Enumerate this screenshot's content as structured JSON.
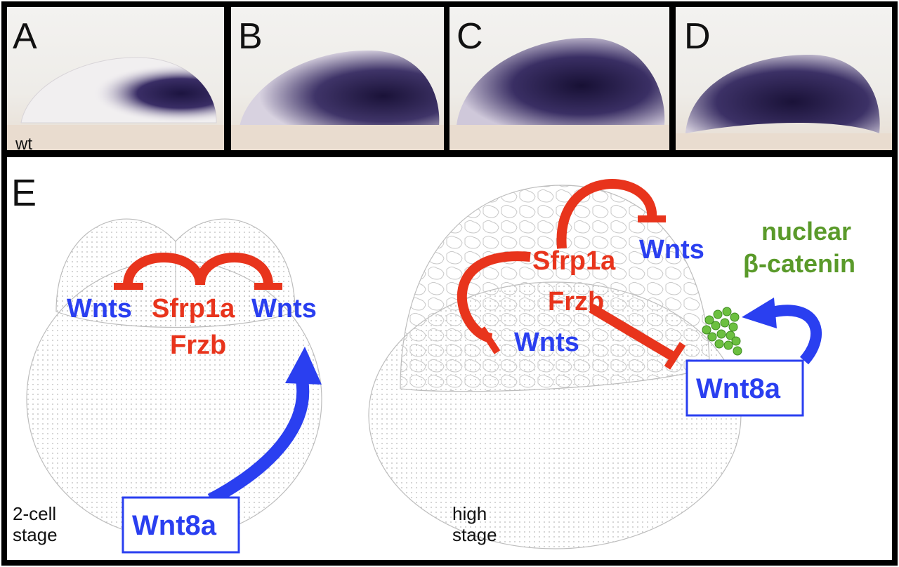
{
  "panels": {
    "a": {
      "label": "A",
      "note": "wt"
    },
    "b": {
      "label": "B"
    },
    "c": {
      "label": "C"
    },
    "d": {
      "label": "D"
    },
    "e": {
      "label": "E"
    }
  },
  "diagram_left": {
    "wnts_left": "Wnts",
    "sfrp": "Sfrp1a",
    "wnts_right": "Wnts",
    "frzb": "Frzb",
    "wnt8a": "Wnt8a",
    "stage_line1": "2-cell",
    "stage_line2": "stage"
  },
  "diagram_right": {
    "wnts_top": "Wnts",
    "sfrp": "Sfrp1a",
    "frzb": "Frzb",
    "wnts_bottom": "Wnts",
    "nuclear": "nuclear",
    "catenin": "β-catenin",
    "wnt8a": "Wnt8a",
    "stage_line1": "high",
    "stage_line2": "stage"
  },
  "colors": {
    "wnt_blue": "#2a3ff0",
    "inhibitor_red": "#e8341c",
    "catenin_green": "#5a9a2a",
    "stain_purple": "#2e2350"
  }
}
